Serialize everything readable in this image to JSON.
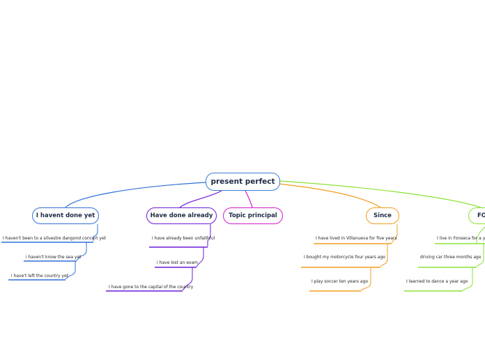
{
  "root": {
    "label": "present perfect"
  },
  "branches": [
    {
      "label": "I havent done yet",
      "color": "#2f6fd9",
      "items": [
        "I haven't been to a silvestre dangond concert yet",
        "i haven't know the sea yet",
        "i have't left the country yet"
      ]
    },
    {
      "label": "Have done already",
      "color": "#6a1ad8",
      "items": [
        "I have already been unfaithful",
        "i have lost an exam",
        "I have gone to the capital of the country"
      ]
    },
    {
      "label": "Topic principal",
      "color": "#d21ad2",
      "items": []
    },
    {
      "label": "Since",
      "color": "#f39c1e",
      "items": [
        "I have lived in Villanueva for five years",
        "I bought my motorcycle four years ago",
        "I play soccer ten years ago"
      ]
    },
    {
      "label": "FO",
      "color": "#8be235",
      "items": [
        "I live in Fonseca for a yea",
        "driving car three months ago",
        "I learned to dance a year ago"
      ]
    }
  ]
}
